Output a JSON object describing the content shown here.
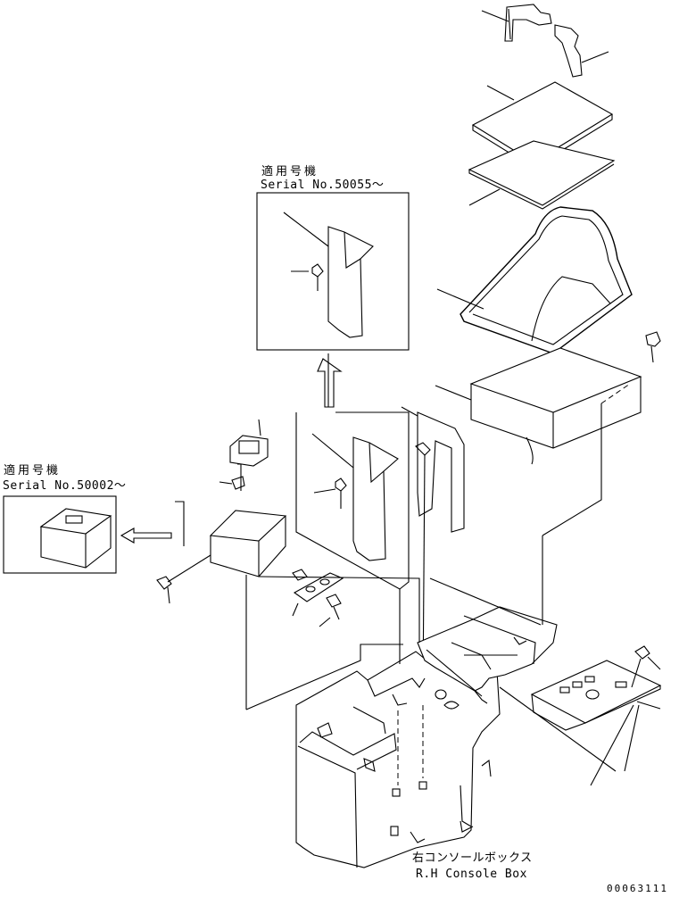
{
  "notes": {
    "upper_applicable": "適用号機",
    "upper_serial": "Serial No.50055～",
    "left_applicable": "適用号機",
    "left_serial": "Serial No.50002～"
  },
  "part_name": {
    "japanese": "右コンソールボックス",
    "english": "R.H Console Box"
  },
  "figure_code": "00063111"
}
